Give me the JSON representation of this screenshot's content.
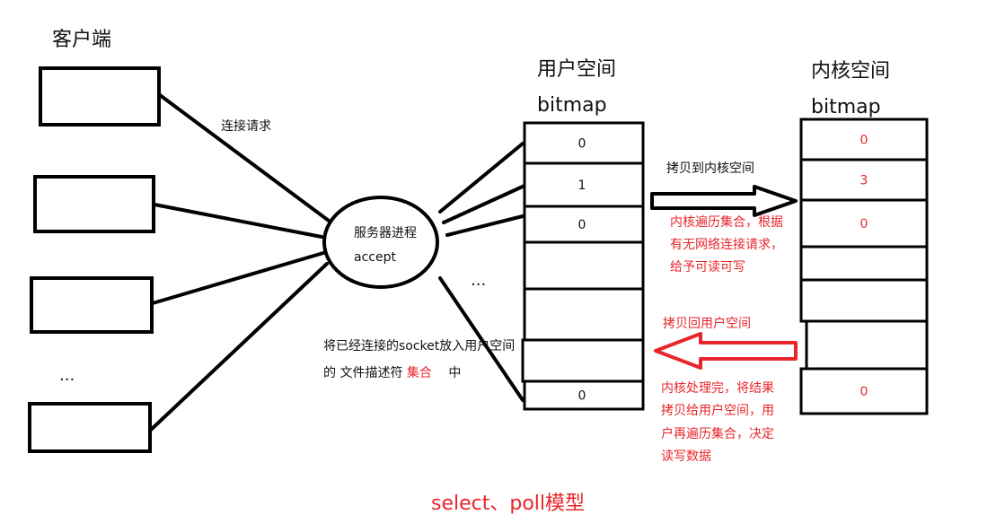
{
  "colors": {
    "ink": "#000000",
    "accent": "#e8262a"
  },
  "client": {
    "title": "客户端",
    "ellipsis": "..."
  },
  "connection_label": "连接请求",
  "server": {
    "line1": "服务器进程",
    "line2": "accept"
  },
  "middle_ellipsis": "...",
  "note_put": {
    "line1": "将已经连接的socket放入用户空间",
    "line2_prefix": "的 文件描述符 ",
    "line2_highlight": "集合",
    "line2_suffix": "中"
  },
  "user_space": {
    "title": "用户空间",
    "subtitle": "bitmap",
    "cells": [
      "0",
      "1",
      "0",
      "",
      "",
      "",
      "0"
    ]
  },
  "kernel_space": {
    "title": "内核空间",
    "subtitle": "bitmap",
    "cells": [
      "0",
      "3",
      "0",
      "",
      "",
      "",
      "0"
    ]
  },
  "copy_to_kernel": "拷贝到内核空间",
  "kernel_traverse": [
    "内核遍历集合，根据",
    "有无网络连接请求，",
    "给予可读可写"
  ],
  "copy_back": "拷贝回用户空间",
  "kernel_done": [
    "内核处理完，将结果",
    "拷贝给用户空间，用",
    "户再遍历集合，决定",
    "读写数据"
  ],
  "footer_title": "select、poll模型"
}
